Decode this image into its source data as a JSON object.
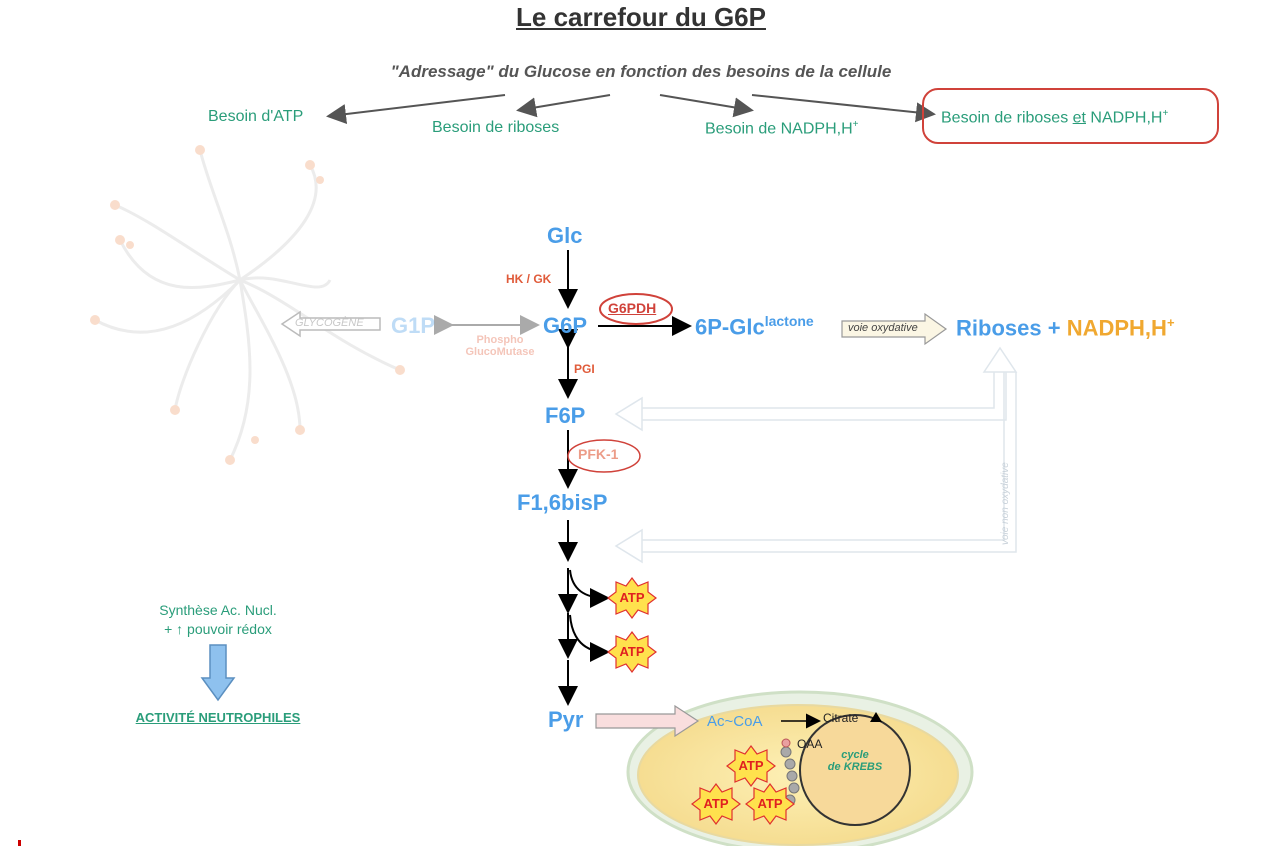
{
  "title": "Le carrefour du G6P",
  "subtitle": "\"Adressage\" du Glucose en fonction des besoins de la cellule",
  "needs": {
    "atp": "Besoin d'ATP",
    "riboses": "Besoin de riboses",
    "nadph": "Besoin de NADPH,H",
    "both_prefix": "Besoin de riboses ",
    "both_et": "et",
    "both_suffix": " NADPH,H",
    "plus_sup": "+"
  },
  "metabolites": {
    "glc": "Glc",
    "g6p": "G6P",
    "g1p": "G1P",
    "f6p": "F6P",
    "f16bisp": "F1,6bisP",
    "pyr": "Pyr",
    "lactone_main": "6P-Glc",
    "lactone_sup": "lactone",
    "riboses": "Riboses",
    "plus": "+",
    "nadph": "NADPH,H",
    "nadph_sup": "+",
    "acoa": "Ac~CoA",
    "citrate": "Citrate",
    "oaa": "OAA",
    "glycogene": "GLYCOGÈNE"
  },
  "enzymes": {
    "hk": "HK / GK",
    "g6pdh": "G6PDH",
    "pgi": "PGI",
    "pfk": "PFK-1",
    "pgm_line1": "Phospho",
    "pgm_line2": "GlucoMutase"
  },
  "pathways": {
    "oxydative": "voie oxydative",
    "non_oxydative": "voie non oxydative",
    "krebs_line1": "cycle",
    "krebs_line2": "de KREBS"
  },
  "atp_label": "ATP",
  "side_note": {
    "line1": "Synthèse Ac. Nucl.",
    "line2": "+ ↑ pouvoir rédox",
    "result": "ACTIVITÉ NEUTROPHILES"
  },
  "colors": {
    "metabolite": "#4a9de8",
    "enzyme": "#e05b3a",
    "need": "#2a9d7a",
    "nadph": "#f0a830",
    "highlight": "#d0423a"
  }
}
